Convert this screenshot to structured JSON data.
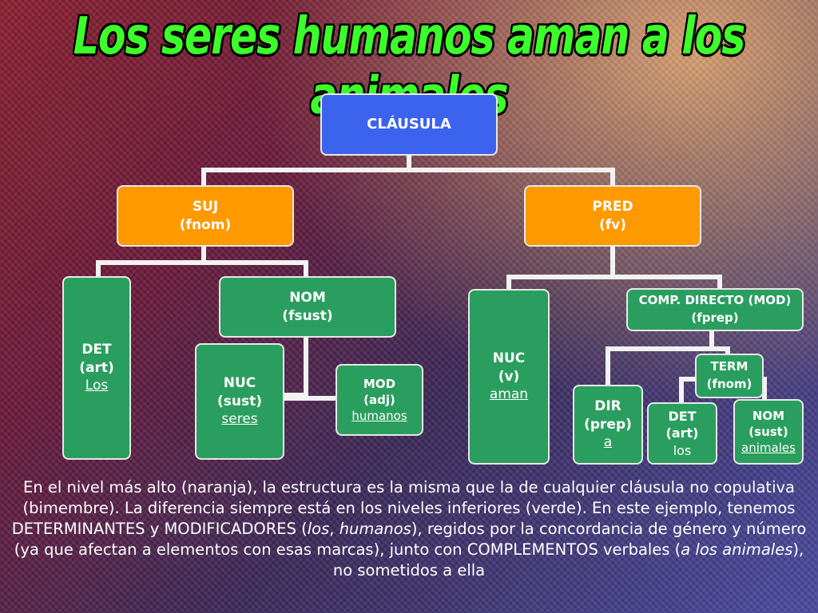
{
  "title": "Los seres humanos aman a los animales",
  "nodes": {
    "clausula": {
      "label": "CLÁUSULA"
    },
    "suj": {
      "l1": "SUJ",
      "l2": "(fnom)"
    },
    "pred": {
      "l1": "PRED",
      "l2": "(fv)"
    },
    "det1": {
      "l1": "DET",
      "l2": "(art)",
      "word": "Los"
    },
    "nom1": {
      "l1": "NOM",
      "l2": "(fsust)"
    },
    "nuc1": {
      "l1": "NUC",
      "l2": "(sust)",
      "word": "seres"
    },
    "mod1": {
      "l1": "MOD",
      "l2": "(adj)",
      "word": "humanos"
    },
    "nuc2": {
      "l1": "NUC",
      "l2": "(v)",
      "word": "aman"
    },
    "cd": {
      "l1": "COMP. DIRECTO (MOD)",
      "l2": "(fprep)"
    },
    "dir": {
      "l1": "DIR",
      "l2": "(prep)",
      "word": "a"
    },
    "term": {
      "l1": "TERM",
      "l2": "(fnom)"
    },
    "det2": {
      "l1": "DET",
      "l2": "(art)",
      "word": "los"
    },
    "nom2": {
      "l1": "NOM",
      "l2": "(sust)",
      "word": "animales"
    }
  },
  "paragraph": {
    "p1": "En el nivel más alto (naranja), la estructura es la misma que la de cualquier cláusula no copulativa (bimembre). La diferencia siempre está en los niveles inferiores (verde). En este ejemplo, tenemos DETERMINANTES y MODIFICADORES (",
    "i1": "los",
    "p2": ", ",
    "i2": "humanos",
    "p3": "), regidos por la concordancia de género y número (ya que afectan a elementos con esas marcas), junto con COMPLEMENTOS verbales (",
    "i3": "a los animales",
    "p4": "), no sometidos a ella"
  }
}
